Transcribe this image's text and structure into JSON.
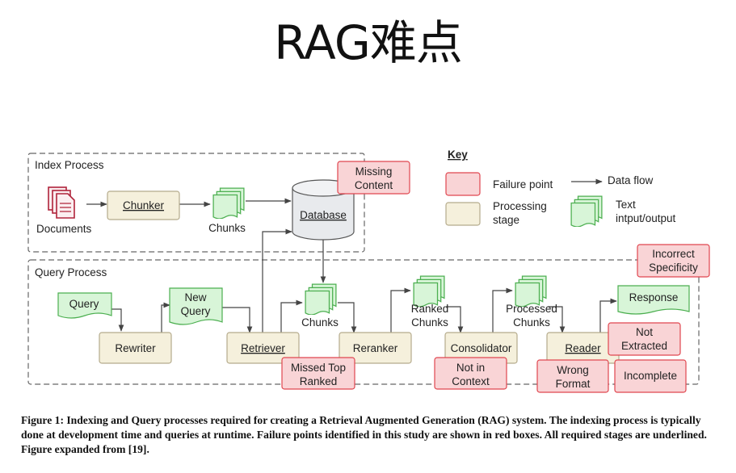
{
  "title": "RAG难点",
  "diagram": {
    "index_process_label": "Index Process",
    "query_process_label": "Query Process",
    "key": {
      "title": "Key",
      "failure_point": "Failure point",
      "processing_stage": [
        "Processing",
        "stage"
      ],
      "data_flow": "Data flow",
      "text_io": [
        "Text",
        "intput/output"
      ]
    },
    "nodes": {
      "documents": "Documents",
      "chunker": "Chunker",
      "chunks_index": "Chunks",
      "database": "Database",
      "query": "Query",
      "rewriter": "Rewriter",
      "new_query": [
        "New",
        "Query"
      ],
      "retriever": "Retriever",
      "chunks_query": "Chunks",
      "reranker": "Reranker",
      "ranked_chunks": [
        "Ranked",
        "Chunks"
      ],
      "consolidator": "Consolidator",
      "processed_chunks": [
        "Processed",
        "Chunks"
      ],
      "reader": "Reader",
      "response": "Response"
    },
    "failures": {
      "missing_content": [
        "Missing",
        "Content"
      ],
      "incorrect_specificity": [
        "Incorrect",
        "Specificity"
      ],
      "missed_top_ranked": [
        "Missed Top",
        "Ranked"
      ],
      "not_in_context": [
        "Not in",
        "Context"
      ],
      "not_extracted": [
        "Not",
        "Extracted"
      ],
      "wrong_format": [
        "Wrong",
        "Format"
      ],
      "incomplete": "Incomplete"
    },
    "colors": {
      "failure_fill": "#f9d4d6",
      "failure_stroke": "#e0464f",
      "stage_fill": "#f5f0dc",
      "stage_stroke": "#b5ab8c",
      "text_io_fill": "#d8f5d8",
      "text_io_stroke": "#4caf50",
      "documents_icon": "#b0243b"
    }
  },
  "caption": "Figure 1: Indexing and Query processes required for creating a Retrieval Augmented Generation (RAG) system. The indexing process is typically done at development time and queries at runtime. Failure points identified in this study are shown in red boxes. All required stages are underlined. Figure expanded from [19]."
}
